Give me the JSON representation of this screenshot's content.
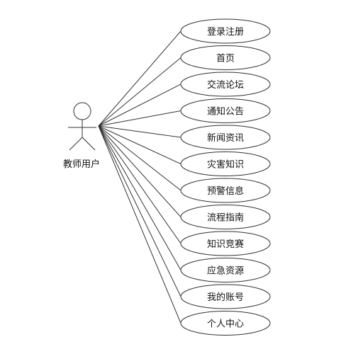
{
  "actor": {
    "label": "教师用户"
  },
  "use_cases": [
    "登录注册",
    "首页",
    "交流论坛",
    "通知公告",
    "新闻资讯",
    "灾害知识",
    "预警信息",
    "流程指南",
    "知识竞赛",
    "应急资源",
    "我的账号",
    "个人中心"
  ]
}
